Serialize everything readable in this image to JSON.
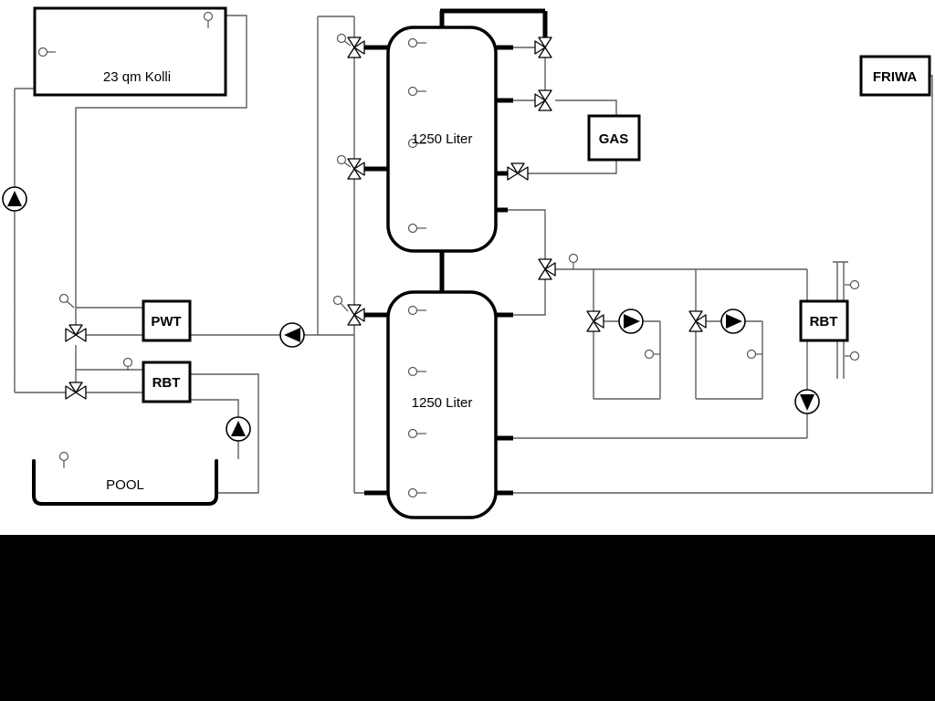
{
  "labels": {
    "collector": "23 qm Kolli",
    "tank_top": "1250 Liter",
    "tank_bottom": "1250 Liter",
    "pwt": "PWT",
    "rbt_left": "RBT",
    "rbt_right": "RBT",
    "gas": "GAS",
    "friwa": "FRIWA",
    "pool": "POOL"
  },
  "colors": {
    "background": "#ffffff",
    "pipe_thin": "#5f5f5f",
    "pipe_thick": "#000000",
    "outline": "#000000",
    "bottom_bar": "#000000"
  },
  "icons": {
    "pump": "circle-with-solid-triangle",
    "three_way_valve": "double-triangle-bowtie-with-branch",
    "temp_sensor": "small-circle-with-stem"
  }
}
